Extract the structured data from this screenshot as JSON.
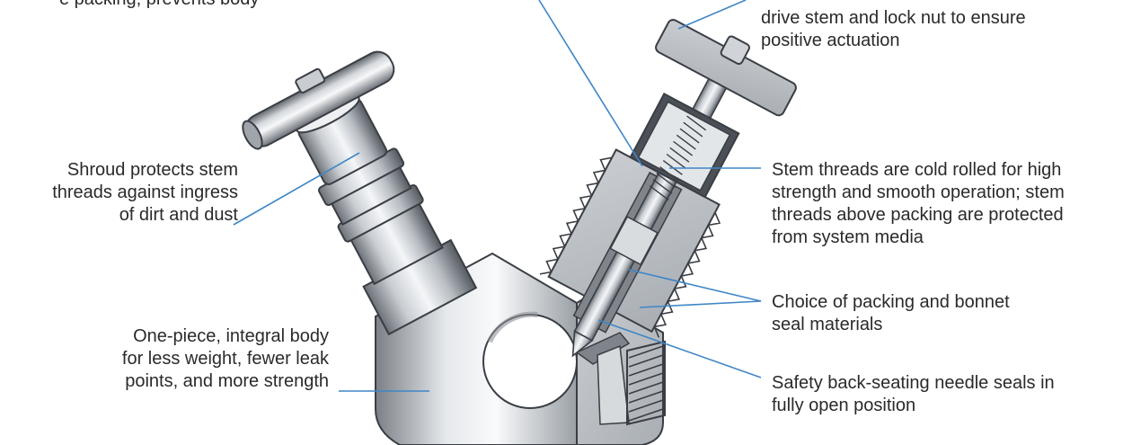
{
  "callouts": {
    "top_left_partial": {
      "lines": [
        "e packing, prevents body"
      ]
    },
    "top_right_partial": {
      "lines": [
        "drive stem and lock nut to ensure",
        "positive actuation"
      ]
    },
    "shroud": {
      "lines": [
        "Shroud protects stem",
        "threads against ingress",
        "of dirt and dust"
      ]
    },
    "stem_threads": {
      "lines": [
        "Stem threads are cold rolled for high",
        "strength and smooth operation; stem",
        "threads above packing are protected",
        "from system media"
      ]
    },
    "packing_choice": {
      "lines": [
        "Choice of packing and bonnet",
        "seal materials"
      ]
    },
    "one_piece_body": {
      "lines": [
        "One-piece, integral body",
        "for less weight, fewer leak",
        "points, and more strength"
      ]
    },
    "back_seating": {
      "lines": [
        "Safety back-seating needle seals in",
        "fully open position"
      ]
    }
  },
  "colors": {
    "leader": "#3f86c6",
    "text": "#2a2a2a",
    "steel_dark": "#5a5f66",
    "steel_light": "#e9ecef"
  }
}
